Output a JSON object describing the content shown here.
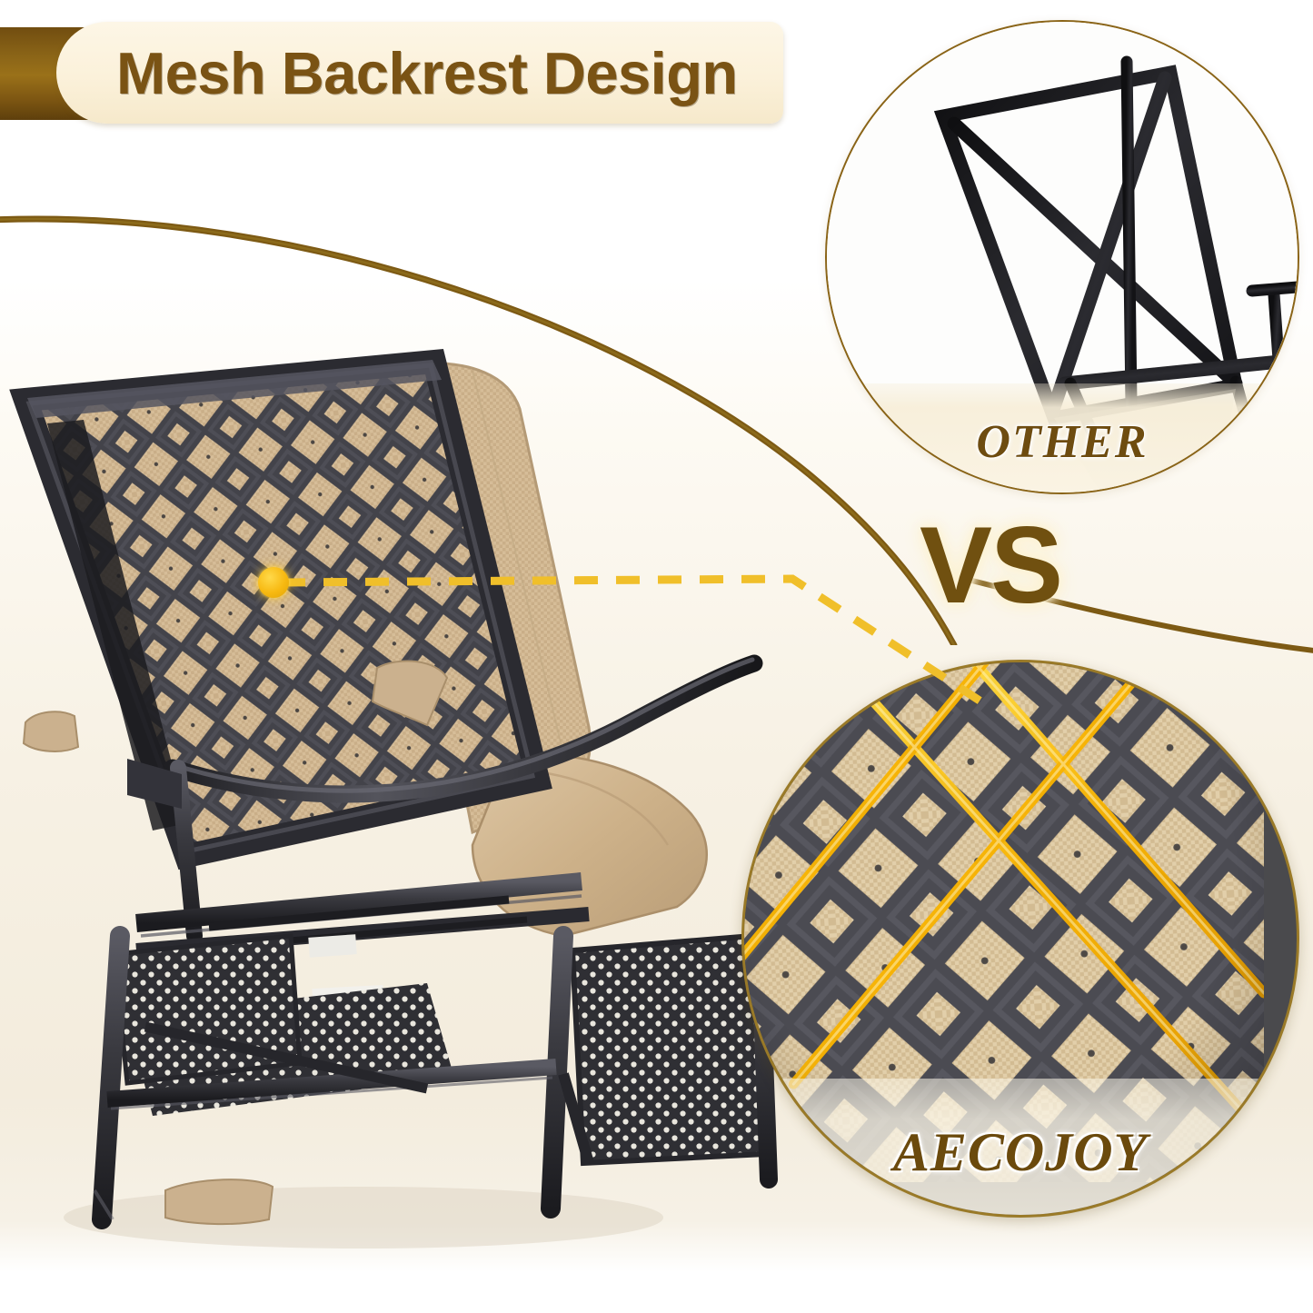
{
  "banner": {
    "title": "Mesh Backrest Design",
    "bar_color": "#8a6417",
    "pill_color": "#fbf1da",
    "title_color": "#7a5314"
  },
  "comparison": {
    "vs_label": "VS",
    "vs_color": "#705010",
    "other": {
      "label": "OTHER",
      "label_color": "#6e4c10",
      "border_color": "#8a6417",
      "description": "competitor chair frame with sparse cross-bar bracing"
    },
    "aecojoy": {
      "label": "AECOJOY",
      "label_color": "#6b4a0d",
      "border_color": "#9a7a28",
      "highlight_color": "#f5b700",
      "description": "close-up of dense diamond lattice mesh backrest with highlighted cross ribs"
    }
  },
  "product": {
    "name": "outdoor reclining patio chair",
    "frame_color": "#3c3c3f",
    "cushion_color": "#cdb189",
    "mesh_color": "#4a4a4d",
    "fabric_color": "#d9c2a0",
    "callout": {
      "dot_color": "#f7b911",
      "line_color": "#f0bf2a",
      "target": "mesh backrest panel"
    }
  },
  "background": {
    "page_color": "#ffffff",
    "floor_color": "#f3ecdd",
    "accent_swoosh_color": "#8a6417"
  },
  "icons": {
    "callout_dot": "dot-marker-icon",
    "dashed_connector": "dashed-connector-icon",
    "swoosh": "swoosh-decoration-icon"
  }
}
